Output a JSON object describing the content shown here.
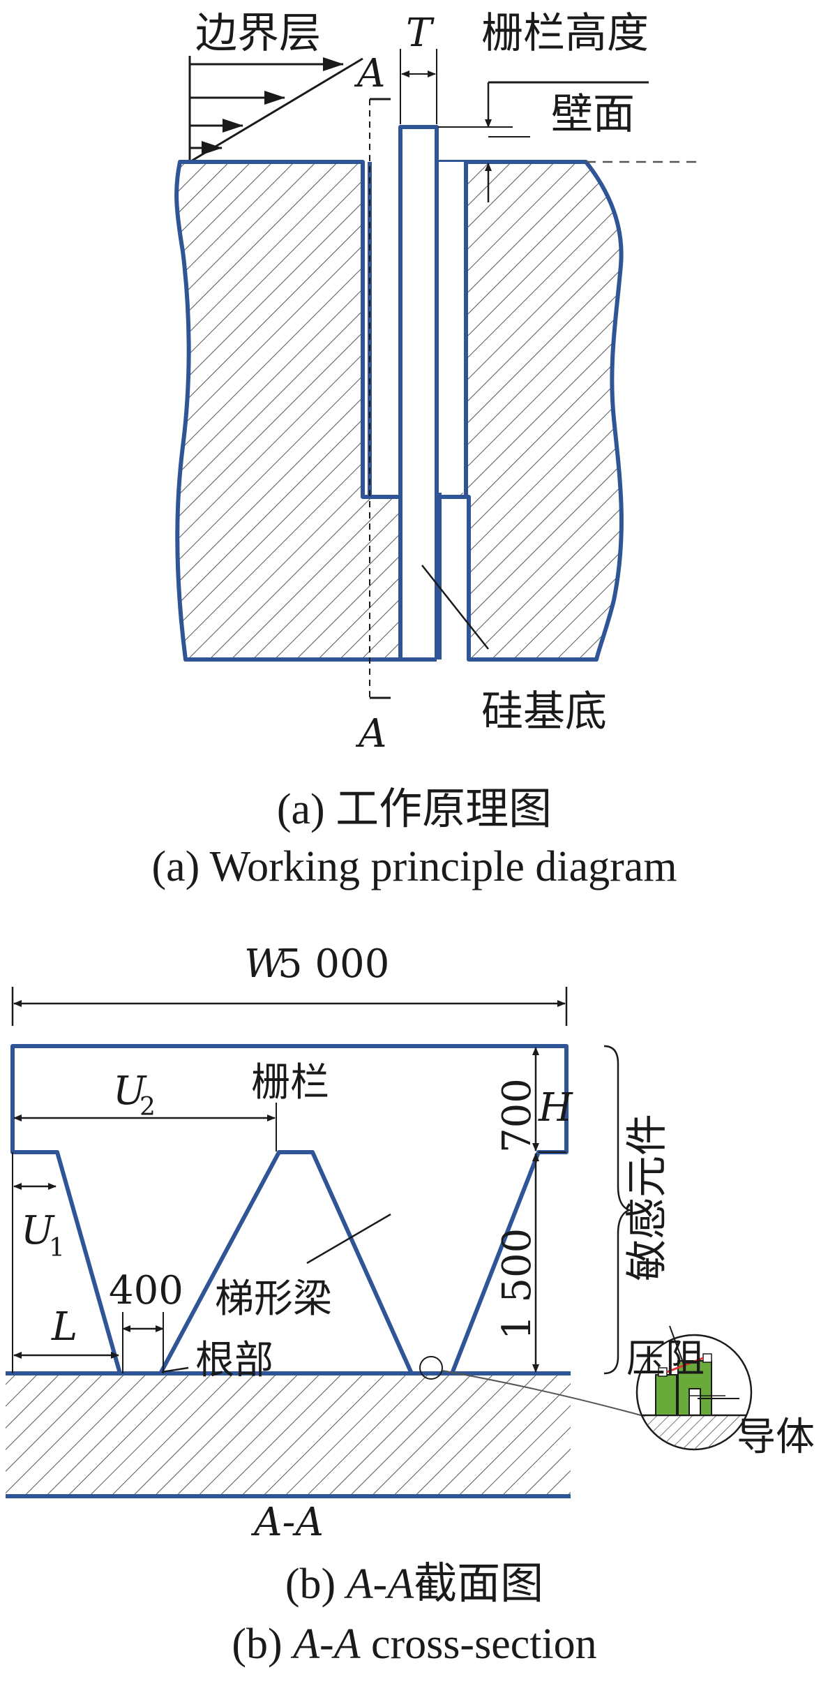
{
  "colors": {
    "outline": "#2f5597",
    "hatch": "#555555",
    "ink": "#1a1a1a",
    "piezo": "#6aaa3a",
    "resistor": "#e03030"
  },
  "panel_a": {
    "label_boundary_layer": "边界层",
    "label_T": "T",
    "label_fence_height": "栅栏高度",
    "label_wall": "壁面",
    "label_A_top": "A",
    "label_A_bottom": "A",
    "label_substrate": "硅基底",
    "caption_cn": "(a) 工作原理图",
    "caption_en": "(a) Working principle diagram"
  },
  "panel_b": {
    "dim_W_symbol": "W",
    "dim_W_value": "5 000",
    "label_fence": "栅栏",
    "label_U2": "U",
    "label_U2_sub": "2",
    "label_U1": "U",
    "label_U1_sub": "1",
    "dim_H": "H",
    "dim_700": "700",
    "dim_1500": "1 500",
    "label_sensitive_element": "敏感元件",
    "label_trapezoid_beam": "梯形梁",
    "dim_400": "400",
    "label_root": "根部",
    "label_L": "L",
    "label_piezoresistor": "压阻",
    "label_conductor": "导体",
    "label_section": "A-A",
    "caption_cn_prefix": "(b) ",
    "caption_cn_italic": "A-A",
    "caption_cn_suffix": "截面图",
    "caption_en_prefix": "(b) ",
    "caption_en_italic": "A-A",
    "caption_en_suffix": " cross-section"
  }
}
